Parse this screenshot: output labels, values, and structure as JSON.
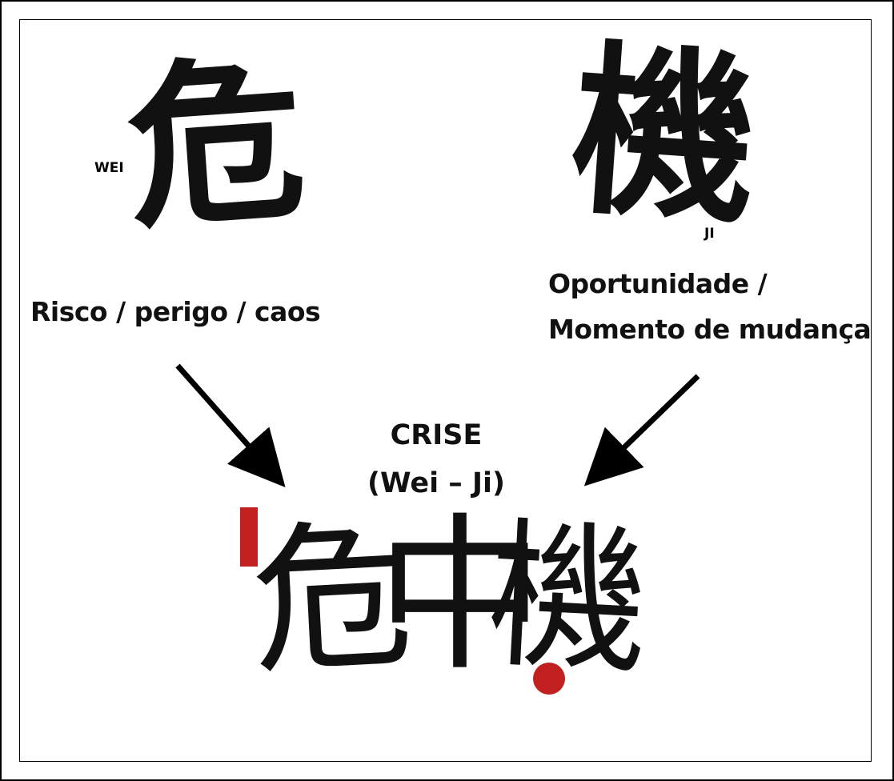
{
  "wei": {
    "pinyin": "WEI",
    "character": "危",
    "meaning": "Risco / perigo / caos"
  },
  "ji": {
    "pinyin": "JI",
    "character": "機",
    "meaning_line1": "Oportunidade /",
    "meaning_line2": "Momento de mudança"
  },
  "crisis": {
    "title": "CRISE",
    "subtitle": "(Wei – Ji)",
    "calligraphy": [
      "危",
      "中",
      "機"
    ]
  },
  "colors": {
    "ink": "#111111",
    "seal": "#c22020",
    "frame": "#000000"
  }
}
